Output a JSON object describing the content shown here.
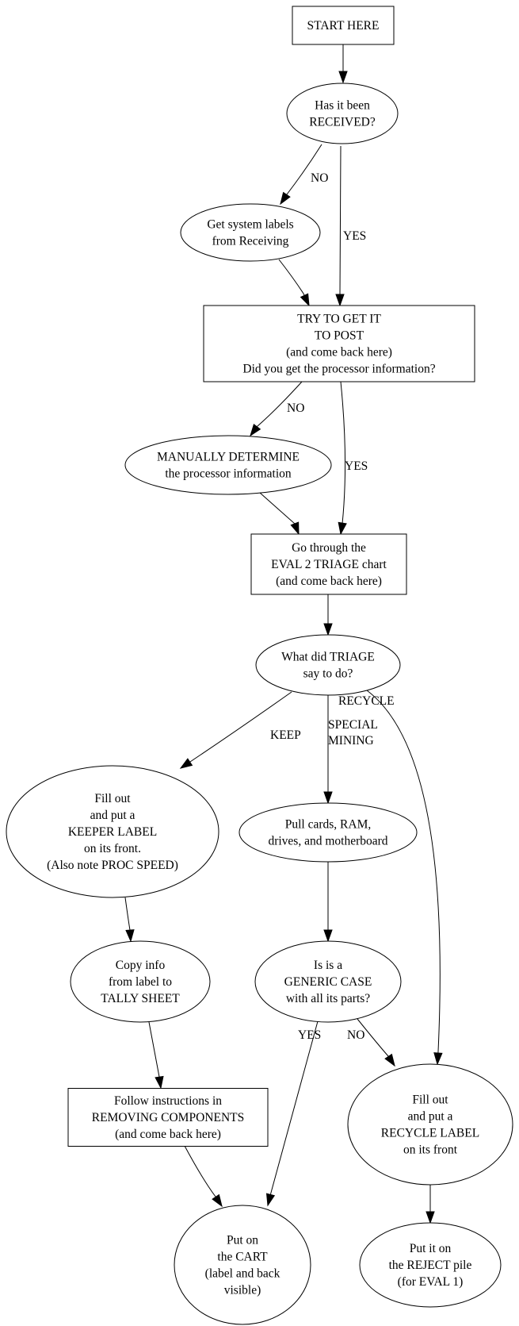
{
  "title": "System evaluation flowchart",
  "nodes": {
    "start": {
      "shape": "box",
      "lines": [
        "START HERE"
      ]
    },
    "received": {
      "shape": "ellipse",
      "lines": [
        "Has it been",
        "RECEIVED?"
      ]
    },
    "get_labels": {
      "shape": "ellipse",
      "lines": [
        "Get system labels",
        "from Receiving"
      ]
    },
    "post": {
      "shape": "box",
      "lines": [
        "TRY TO GET IT",
        "TO POST",
        "(and come back here)",
        "Did you get the processor information?"
      ]
    },
    "manual": {
      "shape": "ellipse",
      "lines": [
        "MANUALLY DETERMINE",
        "the processor information"
      ]
    },
    "triage_chart": {
      "shape": "box",
      "lines": [
        "Go through the",
        "EVAL 2 TRIAGE chart",
        "(and come back here)"
      ]
    },
    "triage_q": {
      "shape": "ellipse",
      "lines": [
        "What did TRIAGE",
        "say to do?"
      ]
    },
    "keeper": {
      "shape": "ellipse",
      "lines": [
        "Fill out",
        "and put a",
        "KEEPER LABEL",
        "on its front.",
        "(Also note PROC SPEED)"
      ]
    },
    "pull": {
      "shape": "ellipse",
      "lines": [
        "Pull cards, RAM,",
        "drives, and motherboard"
      ]
    },
    "tally": {
      "shape": "ellipse",
      "lines": [
        "Copy info",
        "from label to",
        "TALLY SHEET"
      ]
    },
    "generic": {
      "shape": "ellipse",
      "lines": [
        "Is is a",
        "GENERIC CASE",
        "with all its parts?"
      ]
    },
    "removing": {
      "shape": "box",
      "lines": [
        "Follow instructions in",
        "REMOVING COMPONENTS",
        "(and come back here)"
      ]
    },
    "recycle_label": {
      "shape": "ellipse",
      "lines": [
        "Fill out",
        "and put a",
        "RECYCLE LABEL",
        "on its front"
      ]
    },
    "cart": {
      "shape": "ellipse",
      "lines": [
        "Put on",
        "the CART",
        "(label and back",
        "visible)"
      ]
    },
    "reject": {
      "shape": "ellipse",
      "lines": [
        "Put it on",
        "the REJECT pile",
        "(for EVAL 1)"
      ]
    }
  },
  "edges": [
    {
      "from": "start",
      "to": "received",
      "label": ""
    },
    {
      "from": "received",
      "to": "get_labels",
      "label": "NO"
    },
    {
      "from": "received",
      "to": "post",
      "label": "YES"
    },
    {
      "from": "get_labels",
      "to": "post",
      "label": ""
    },
    {
      "from": "post",
      "to": "manual",
      "label": "NO"
    },
    {
      "from": "post",
      "to": "triage_chart",
      "label": "YES"
    },
    {
      "from": "manual",
      "to": "triage_chart",
      "label": ""
    },
    {
      "from": "triage_chart",
      "to": "triage_q",
      "label": ""
    },
    {
      "from": "triage_q",
      "to": "keeper",
      "label": "KEEP"
    },
    {
      "from": "triage_q",
      "to": "pull",
      "label": "SPECIAL\nMINING"
    },
    {
      "from": "triage_q",
      "to": "recycle_label",
      "label": "RECYCLE"
    },
    {
      "from": "keeper",
      "to": "tally",
      "label": ""
    },
    {
      "from": "pull",
      "to": "generic",
      "label": ""
    },
    {
      "from": "tally",
      "to": "removing",
      "label": ""
    },
    {
      "from": "generic",
      "to": "cart",
      "label": "YES"
    },
    {
      "from": "generic",
      "to": "recycle_label",
      "label": "NO"
    },
    {
      "from": "removing",
      "to": "cart",
      "label": ""
    },
    {
      "from": "recycle_label",
      "to": "reject",
      "label": ""
    }
  ]
}
